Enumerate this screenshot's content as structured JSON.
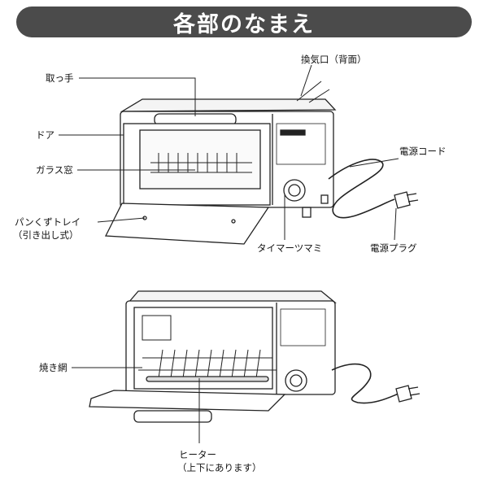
{
  "title": "各部のなまえ",
  "labels": {
    "handle": "取っ手",
    "vent": "換気口（背面）",
    "door": "ドア",
    "glass_window": "ガラス窓",
    "power_cord": "電源コード",
    "crumb_tray": "パンくずトレイ",
    "crumb_tray_note": "（引き出し式）",
    "timer_knob": "タイマーツマミ",
    "power_plug": "電源プラグ",
    "grill_rack": "焼き網",
    "heater": "ヒーター",
    "heater_note": "（上下にあります）"
  }
}
